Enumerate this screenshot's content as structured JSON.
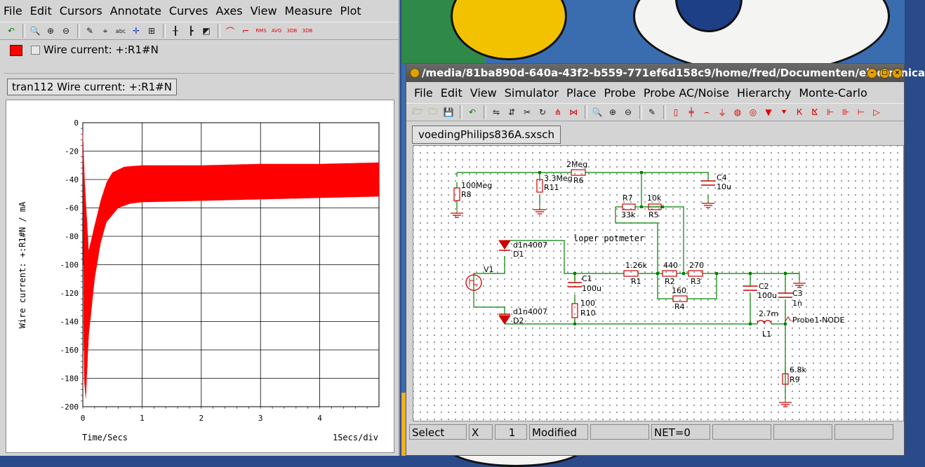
{
  "waveform_window": {
    "menu": [
      "File",
      "Edit",
      "Cursors",
      "Annotate",
      "Curves",
      "Axes",
      "View",
      "Measure",
      "Plot"
    ],
    "legend_label": "Wire current: +:R1#N",
    "tab_label": "tran112 Wire current: +:R1#N",
    "toolbar_icons": [
      "undo-icon",
      "zoom-fit-icon",
      "zoom-in-icon",
      "zoom-out-icon",
      "cursor-add-icon",
      "cursor-move-icon",
      "annotate-icon",
      "cursor-cross-icon",
      "grid-x-icon",
      "grid-y-icon",
      "grid-both-icon",
      "curve-rise-icon",
      "curve-fall-icon",
      "rms-icon",
      "avg-icon",
      "3db-low-icon",
      "3db-high-icon"
    ],
    "toolbar_text": {
      "rms": "RMS",
      "avg": "AVG",
      "db1": "3DB",
      "db2": "3DB"
    }
  },
  "chart_data": {
    "type": "line",
    "title": "",
    "xlabel": "Time/Secs",
    "ylabel": "Wire current: +:R1#N / mA",
    "x_div_label": "1Secs/div",
    "xlim": [
      0,
      5
    ],
    "ylim": [
      -200,
      0
    ],
    "x_ticks": [
      "0",
      "1",
      "2",
      "3",
      "4"
    ],
    "y_ticks": [
      "0",
      "-20",
      "-40",
      "-60",
      "-80",
      "-100",
      "-120",
      "-140",
      "-160",
      "-180",
      "-200"
    ],
    "grid": true,
    "color": "#ff0000",
    "series": [
      {
        "envelope_upper": [
          [
            0,
            -5
          ],
          [
            0.03,
            -40
          ],
          [
            0.1,
            -90
          ],
          [
            0.2,
            -72
          ],
          [
            0.3,
            -55
          ],
          [
            0.4,
            -42
          ],
          [
            0.5,
            -35
          ],
          [
            0.7,
            -31
          ],
          [
            1.0,
            -30
          ],
          [
            2.0,
            -30
          ],
          [
            3.0,
            -29
          ],
          [
            4.0,
            -29
          ],
          [
            5.0,
            -28
          ]
        ],
        "envelope_lower": [
          [
            0,
            -10
          ],
          [
            0.02,
            -180
          ],
          [
            0.05,
            -195
          ],
          [
            0.1,
            -150
          ],
          [
            0.2,
            -110
          ],
          [
            0.3,
            -85
          ],
          [
            0.4,
            -70
          ],
          [
            0.6,
            -60
          ],
          [
            0.8,
            -57
          ],
          [
            1.0,
            -56
          ],
          [
            2.0,
            -55
          ],
          [
            3.0,
            -54
          ],
          [
            4.0,
            -53
          ],
          [
            5.0,
            -52
          ]
        ]
      }
    ]
  },
  "schematic_window": {
    "title": "/media/81ba890d-640a-43f2-b559-771ef6d158c9/home/fred/Documenten/electronica",
    "menu": [
      "File",
      "Edit",
      "View",
      "Simulator",
      "Place",
      "Probe",
      "Probe AC/Noise",
      "Hierarchy",
      "Monte-Carlo"
    ],
    "tab_label": "voedingPhilips836A.sxsch",
    "status": {
      "mode": "Select",
      "x_label": "X",
      "x_value": "1",
      "modified": "Modified",
      "net": "NET=0"
    },
    "components": {
      "r8": {
        "value": "100Meg",
        "ref": "R8"
      },
      "r11": {
        "value": "3.3Meg",
        "ref": "R11"
      },
      "r6": {
        "value": "2Meg",
        "ref": "R6"
      },
      "c4": {
        "ref": "C4",
        "value": "10u"
      },
      "r7": {
        "ref": "R7",
        "value": "33k"
      },
      "r5": {
        "value": "10k",
        "ref": "R5"
      },
      "potmeter": "loper potmeter",
      "d1": {
        "model": "d1n4007",
        "ref": "D1"
      },
      "d2": {
        "model": "d1n4007",
        "ref": "D2"
      },
      "v1": {
        "ref": "V1"
      },
      "c1": {
        "ref": "C1",
        "value": "100u"
      },
      "r10": {
        "value": "100",
        "ref": "R10"
      },
      "r1": {
        "value": "1.26k",
        "ref": "R1"
      },
      "r2": {
        "value": "440",
        "ref": "R2"
      },
      "r3": {
        "value": "270",
        "ref": "R3"
      },
      "r4": {
        "value": "160",
        "ref": "R4"
      },
      "c2": {
        "ref": "C2",
        "value": "100u"
      },
      "c3": {
        "ref": "C3",
        "value": "1n"
      },
      "l1": {
        "value": "2.7m",
        "ref": "L1"
      },
      "probe": "Probe1-NODE",
      "r9": {
        "value": "6.8k",
        "ref": "R9"
      }
    }
  }
}
